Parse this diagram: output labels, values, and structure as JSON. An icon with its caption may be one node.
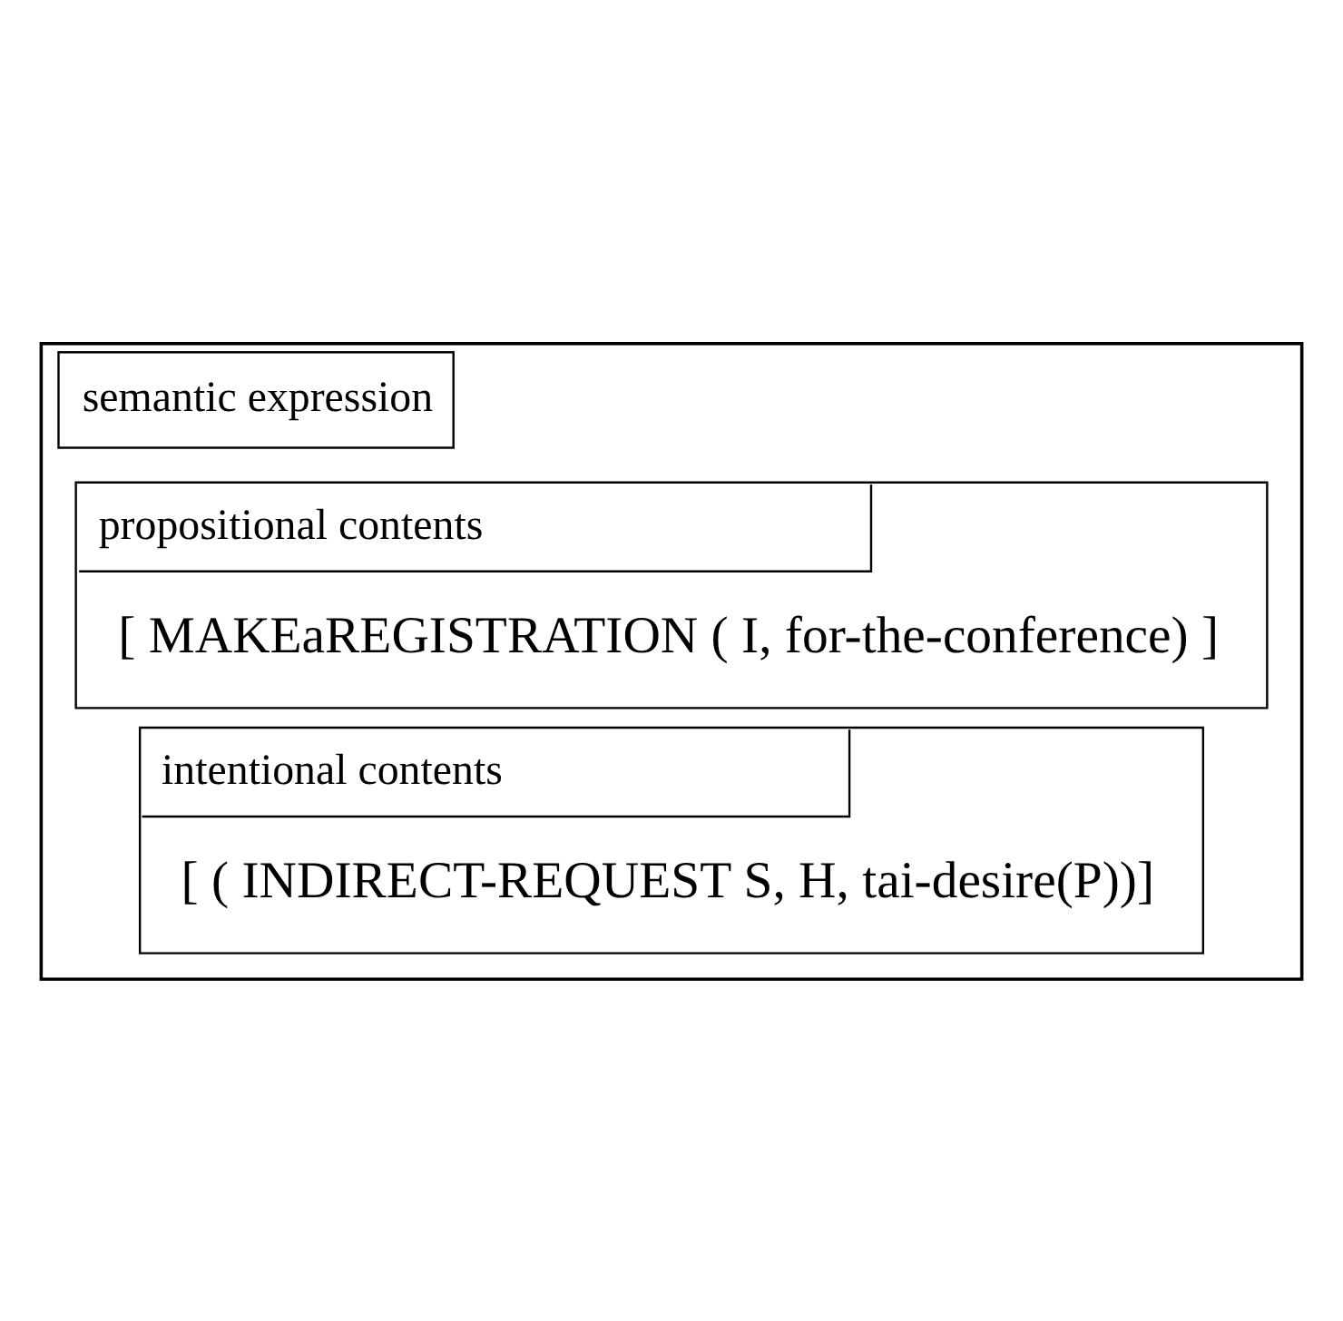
{
  "diagram": {
    "nodes": [
      {
        "text": [
          "semantic expression"
        ]
      },
      {
        "text": [
          "propositional contents",
          "[ MAKEaREGISTRATION ( I, for-the-conference) ]"
        ],
        "in": 0
      },
      {
        "text": [
          "intentional contents",
          "[ ( INDIRECT-REQUEST S, H, tai-desire(P))]"
        ],
        "in": 0
      }
    ]
  }
}
